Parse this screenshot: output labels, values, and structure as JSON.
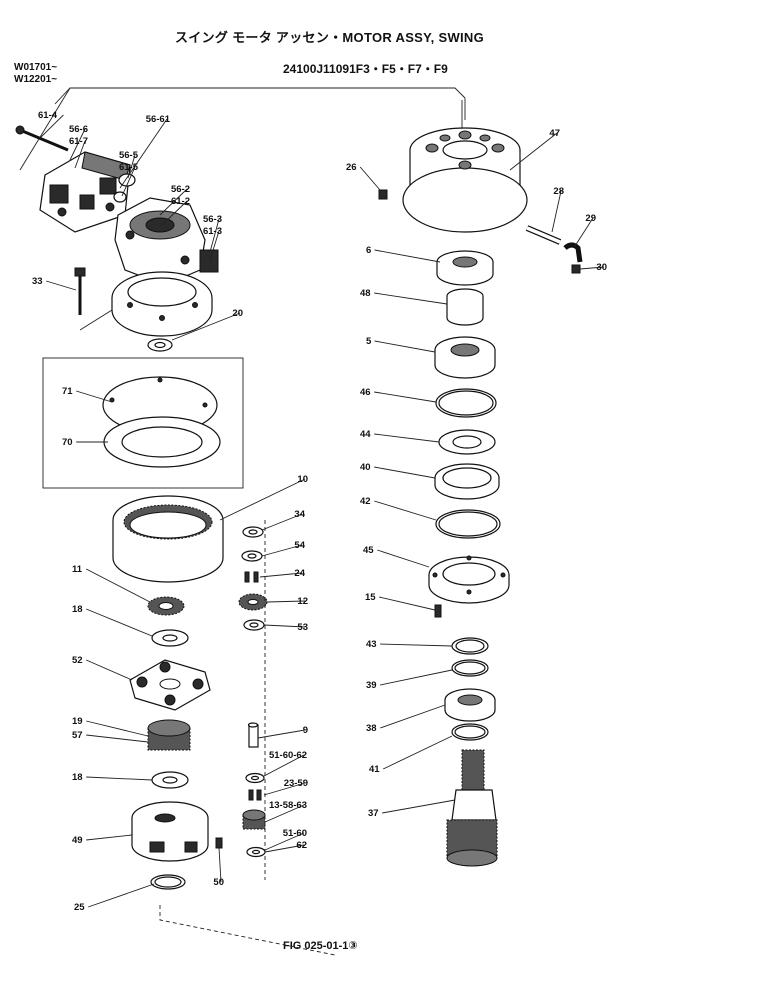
{
  "header": {
    "title": "スイング モータ アッセン・MOTOR ASSY, SWING",
    "serials": [
      "W01701~",
      "W12201~"
    ],
    "part_number": "24100J11091F3・F5・F7・F9"
  },
  "footer": {
    "figure_ref": "FIG 025-01-1③"
  },
  "callouts": [
    "61-4",
    "56-6",
    "61-7",
    "56-61",
    "56-5",
    "61-5",
    "56-2",
    "61-2",
    "56-3",
    "61-3",
    "33",
    "20",
    "71",
    "70",
    "10",
    "34",
    "54",
    "24",
    "11",
    "12",
    "18",
    "53",
    "52",
    "19",
    "57",
    "18",
    "9",
    "51-60-62",
    "23-59",
    "49",
    "13-58-63",
    "51-60",
    "62",
    "50",
    "25",
    "47",
    "26",
    "28",
    "29",
    "30",
    "6",
    "48",
    "5",
    "46",
    "44",
    "40",
    "42",
    "45",
    "15",
    "43",
    "39",
    "38",
    "41",
    "37"
  ]
}
